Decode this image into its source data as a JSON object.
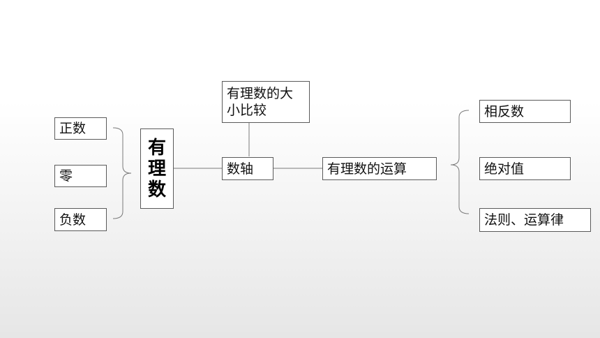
{
  "diagram": {
    "center": [
      "有",
      "理",
      "数"
    ],
    "left": [
      "正数",
      "零",
      "负数"
    ],
    "axis": "数轴",
    "compare": [
      "有理数的大",
      "小比较"
    ],
    "operation": "有理数的运算",
    "right": [
      "相反数",
      "绝对值",
      "法则、运算律"
    ]
  }
}
